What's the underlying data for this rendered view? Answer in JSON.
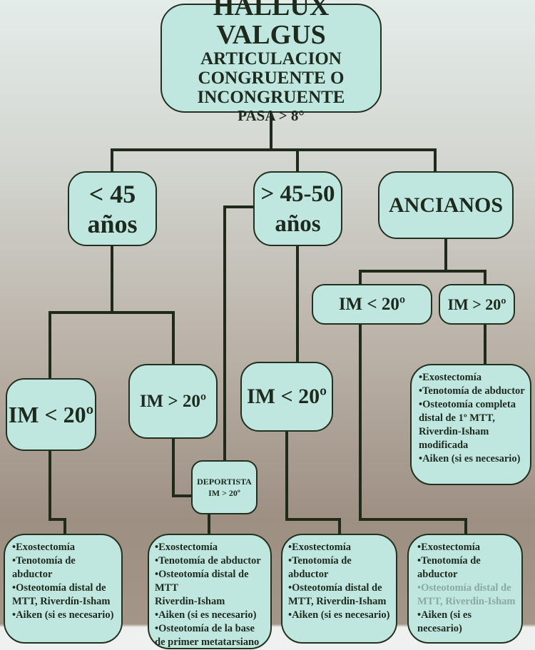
{
  "root": {
    "title": "HALLUX VALGUS",
    "lines": [
      "ARTICULACION",
      "CONGRUENTE O",
      "INCONGRUENTE",
      "PASA > 8°"
    ]
  },
  "groups": {
    "young": {
      "line1": "< 45",
      "line2": "años"
    },
    "middle": {
      "line1": "> 45-50",
      "line2": "años"
    },
    "elderly": {
      "label": "ANCIANOS"
    }
  },
  "nodes": {
    "young_im_low": "IM < 20º",
    "young_im_high": "IM > 20º",
    "athlete": {
      "line1": "DEPORTISTA",
      "line2": "IM > 20º"
    },
    "middle_im_low": "IM < 20º",
    "elderly_im_low": "IM < 20º",
    "elderly_im_high": "IM > 20º"
  },
  "treatments": {
    "elderly_im_high": [
      "•Exostectomía",
      "•Tenotomía de abductor",
      "•Osteotomía completa distal de 1º MTT, Riverdin-Isham modificada",
      "•Aiken (si es necesario)"
    ],
    "young_im_low": [
      "•Exostectomía",
      "•Tenotomía de abductor",
      "•Osteotomía distal de MTT, Riverdín-Isham",
      "•Aiken (si es necesario)"
    ],
    "young_im_high": [
      "•Exostectomía",
      "•Tenotomía de abductor",
      "•Osteotomía distal de MTT",
      "Riverdin-Isham",
      "•Aiken (si es necesario)",
      "•Osteotomía de la base de primer metatarsiano"
    ],
    "middle_im_low": [
      "•Exostectomía",
      "•Tenotomía de abductor",
      "•Osteotomía distal de MTT, Riverdin-Isham",
      "•Aiken (si es necesario)"
    ],
    "elderly_im_low": [
      "•Exostectomía",
      "•Tenotomía de abductor",
      "•Osteotomía distal de MTT, Riverdin-Isham",
      "•Aiken (si es necesario)"
    ]
  }
}
